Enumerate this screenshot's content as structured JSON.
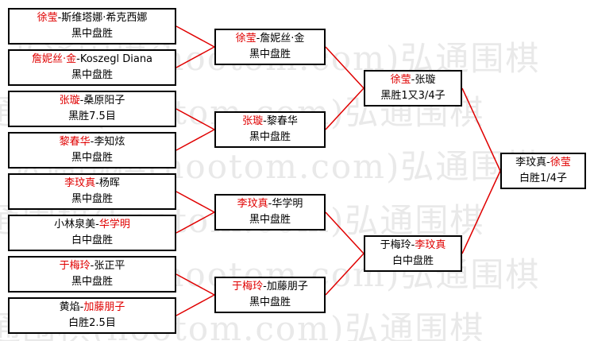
{
  "watermark": "弘通围棋(hootom.com)弘通围棋",
  "rounds": [
    [
      {
        "p1": "徐莹",
        "p2": "斯维塔娜·希克西娜",
        "winner": 1,
        "result": "黑中盘胜"
      },
      {
        "p1": "詹妮丝·金",
        "p2": "Koszegl Diana",
        "winner": 1,
        "result": "黑中盘胜"
      },
      {
        "p1": "张璇",
        "p2": "桑原阳子",
        "winner": 1,
        "result": "黑胜7.5目"
      },
      {
        "p1": "黎春华",
        "p2": "李知炫",
        "winner": 1,
        "result": "黑中盘胜"
      },
      {
        "p1": "李玟真",
        "p2": "杨晖",
        "winner": 1,
        "result": "黑中盘胜"
      },
      {
        "p1": "小林泉美",
        "p2": "华学明",
        "winner": 2,
        "result": "白中盘胜"
      },
      {
        "p1": "于梅玲",
        "p2": "张正平",
        "winner": 1,
        "result": "黑中盘胜"
      },
      {
        "p1": "黄焰",
        "p2": "加藤朋子",
        "winner": 2,
        "result": "白胜2.5目"
      }
    ],
    [
      {
        "p1": "徐莹",
        "p2": "詹妮丝·金",
        "winner": 1,
        "result": "黑中盘胜"
      },
      {
        "p1": "张璇",
        "p2": "黎春华",
        "winner": 1,
        "result": "黑中盘胜"
      },
      {
        "p1": "李玟真",
        "p2": "华学明",
        "winner": 1,
        "result": "黑中盘胜"
      },
      {
        "p1": "于梅玲",
        "p2": "加藤朋子",
        "winner": 1,
        "result": "黑中盘胜"
      }
    ],
    [
      {
        "p1": "徐莹",
        "p2": "张璇",
        "winner": 1,
        "result": "黑胜1又3/4子"
      },
      {
        "p1": "于梅玲",
        "p2": "李玟真",
        "winner": 2,
        "result": "白中盘胜"
      }
    ],
    [
      {
        "p1": "李玟真",
        "p2": "徐莹",
        "winner": 2,
        "result": "白胜1/4子"
      }
    ]
  ],
  "colors": {
    "winner": "#e00000",
    "connector": "#e00000",
    "text": "#000000",
    "border": "#000000"
  }
}
